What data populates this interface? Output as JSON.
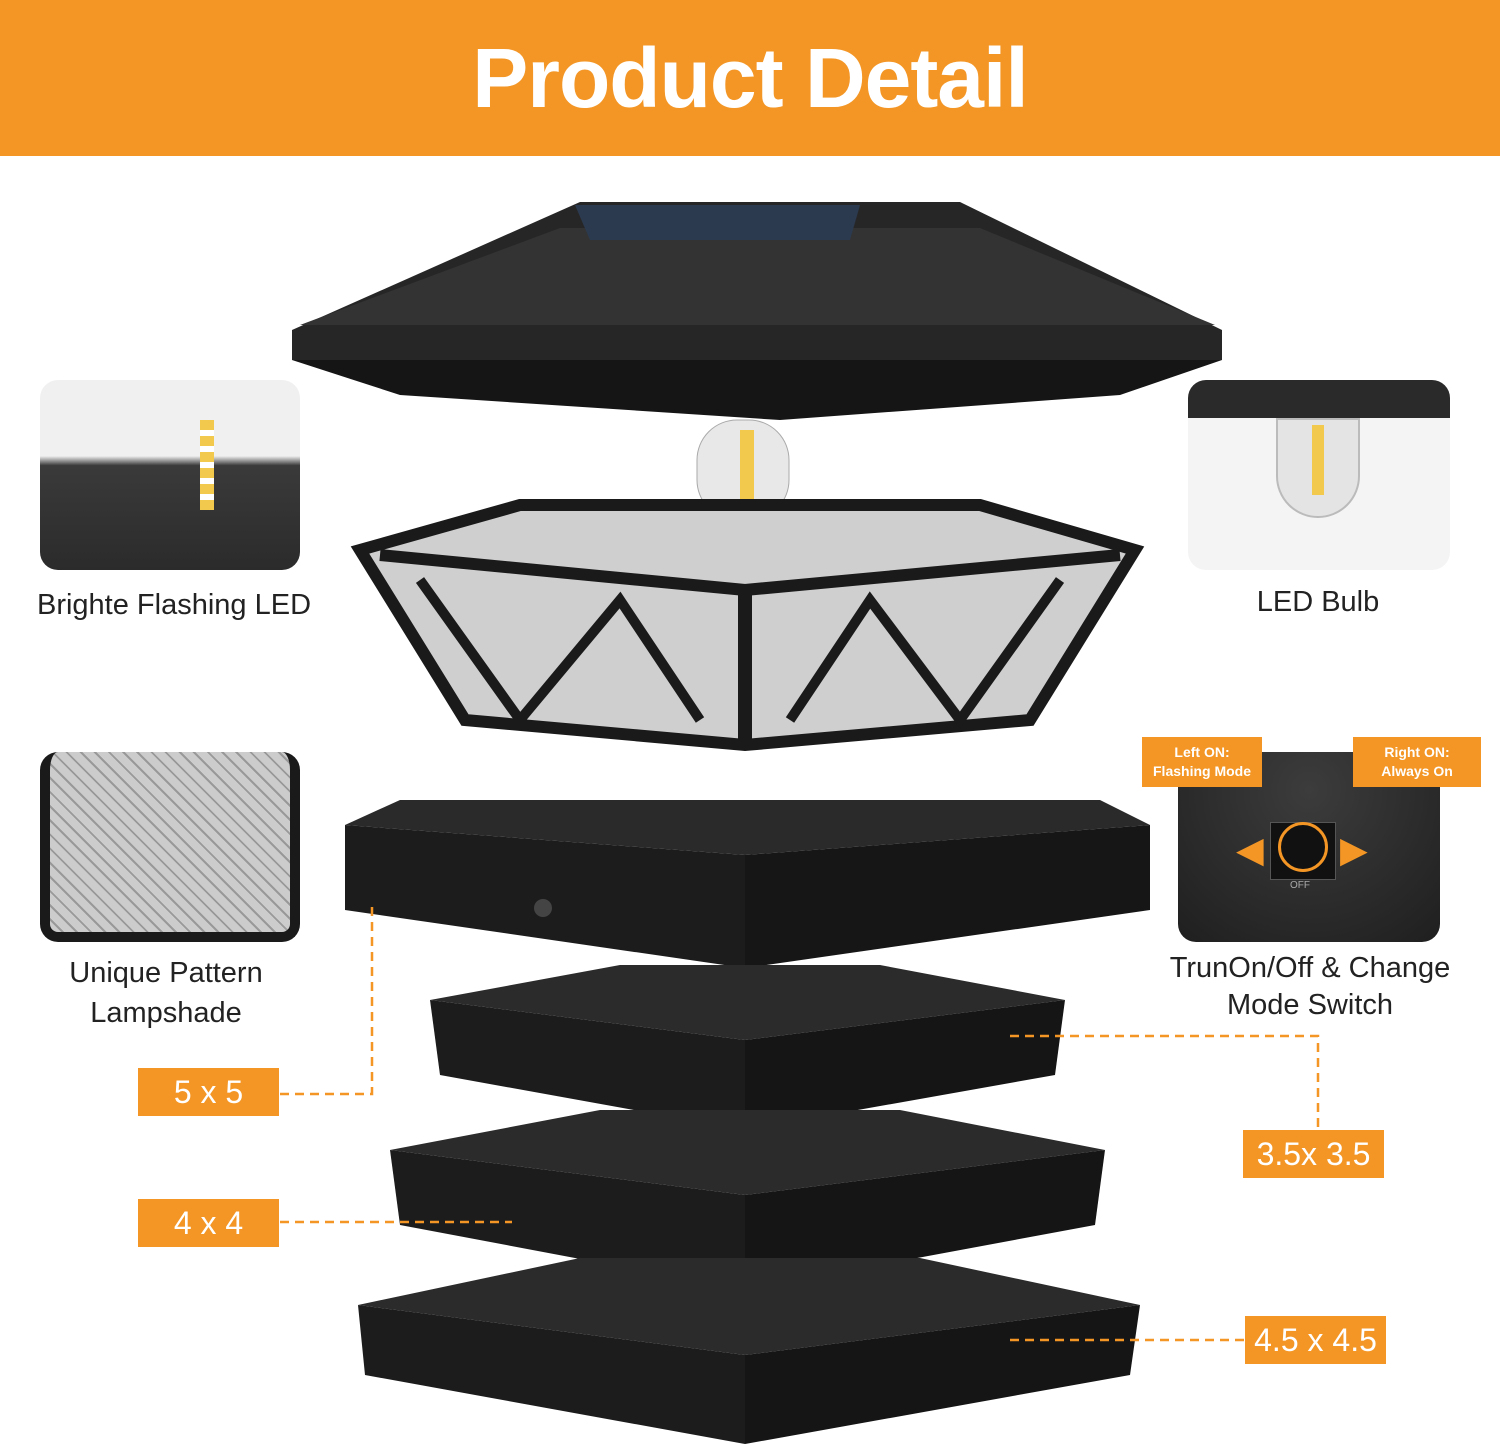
{
  "header": {
    "title": "Product Detail"
  },
  "features": {
    "flashing_led": "Brighte Flashing LED",
    "lampshade_line1": "Unique Pattern",
    "lampshade_line2": "Lampshade",
    "led_bulb": "LED Bulb",
    "switch_line1": "TrunOn/Off & Change",
    "switch_line2": "Mode Switch"
  },
  "switch_callouts": {
    "left": [
      "Left ON:",
      "Flashing Mode"
    ],
    "right": [
      "Right ON:",
      "Always On"
    ],
    "off": "OFF"
  },
  "sizes": {
    "s1": "5 x 5",
    "s2": "4 x 4",
    "s3": "3.5x 3.5",
    "s4": "4.5 x 4.5"
  },
  "colors": {
    "accent": "#F39625",
    "product": "#1e1e1e"
  }
}
